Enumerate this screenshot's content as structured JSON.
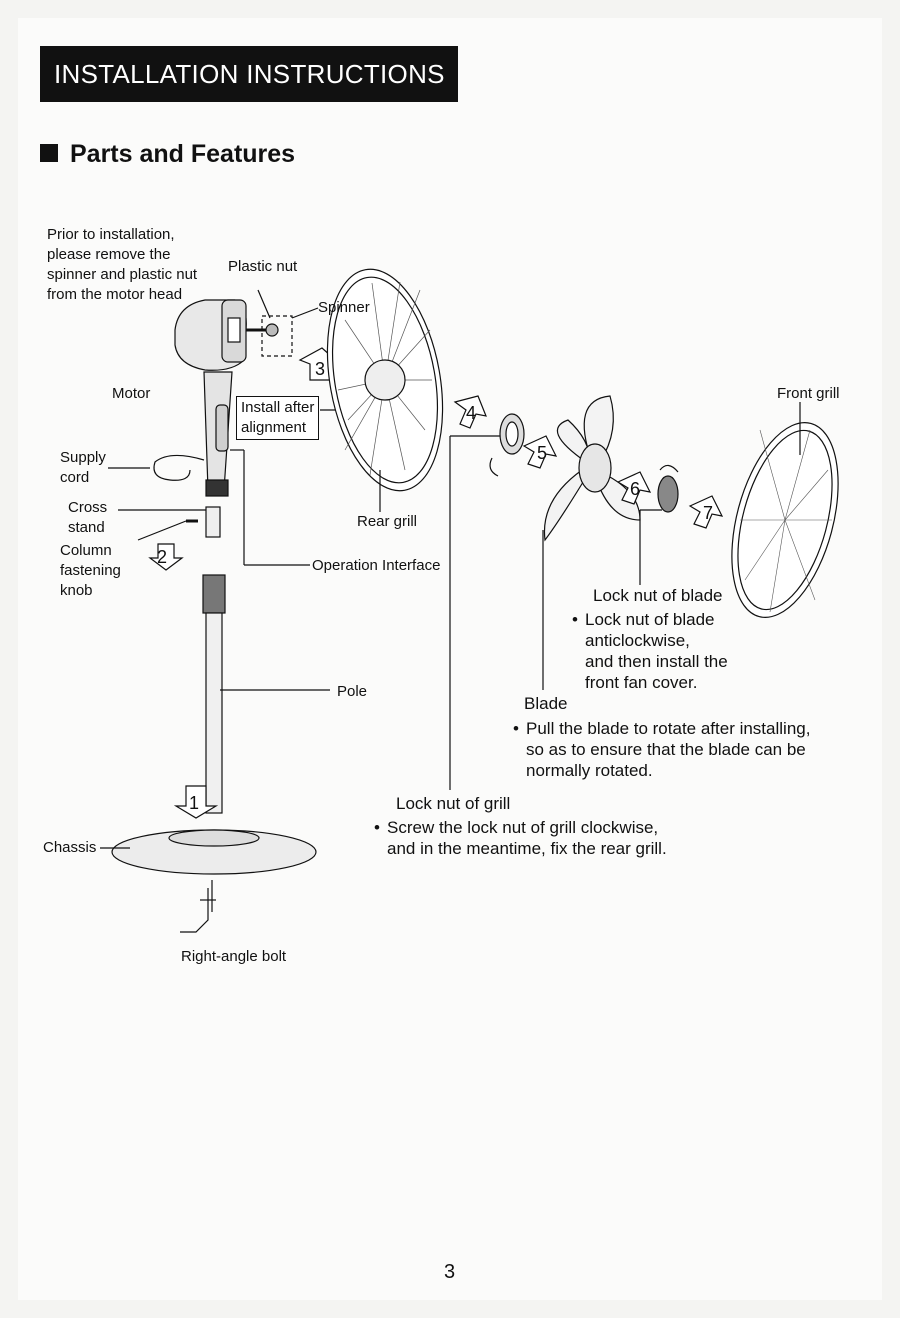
{
  "header": {
    "title": "INSTALLATION INSTRUCTIONS"
  },
  "section": {
    "title": "Parts and Features"
  },
  "labels": {
    "prior_note": [
      "Prior to installation,",
      "please remove the",
      "spinner and plastic nut",
      "from the motor head"
    ],
    "plastic_nut": "Plastic nut",
    "spinner": "Spinner",
    "motor": "Motor",
    "install_after": [
      "Install after",
      "alignment"
    ],
    "supply_cord": [
      "Supply",
      "cord"
    ],
    "cross_stand": [
      "Cross",
      "stand"
    ],
    "column_knob": [
      "Column",
      "fastening",
      "knob"
    ],
    "rear_grill": "Rear grill",
    "operation_interface": "Operation Interface",
    "pole": "Pole",
    "chassis": "Chassis",
    "right_angle_bolt": "Right-angle bolt",
    "front_grill": "Front grill",
    "lock_nut_blade": "Lock nut of blade",
    "lock_nut_blade_note": [
      "Lock nut of blade",
      "anticlockwise,",
      "and then install the",
      "front fan cover."
    ],
    "blade": "Blade",
    "blade_note": [
      "Pull the blade to rotate after installing,",
      "so as to ensure that the blade can be",
      "normally rotated."
    ],
    "lock_nut_grill": "Lock nut of grill",
    "lock_nut_grill_note": [
      "Screw the lock nut of grill clockwise,",
      "and in the meantime, fix the rear grill."
    ]
  },
  "steps": [
    "1",
    "2",
    "3",
    "4",
    "5",
    "6",
    "7"
  ],
  "page_number": "3",
  "bullet": "•"
}
